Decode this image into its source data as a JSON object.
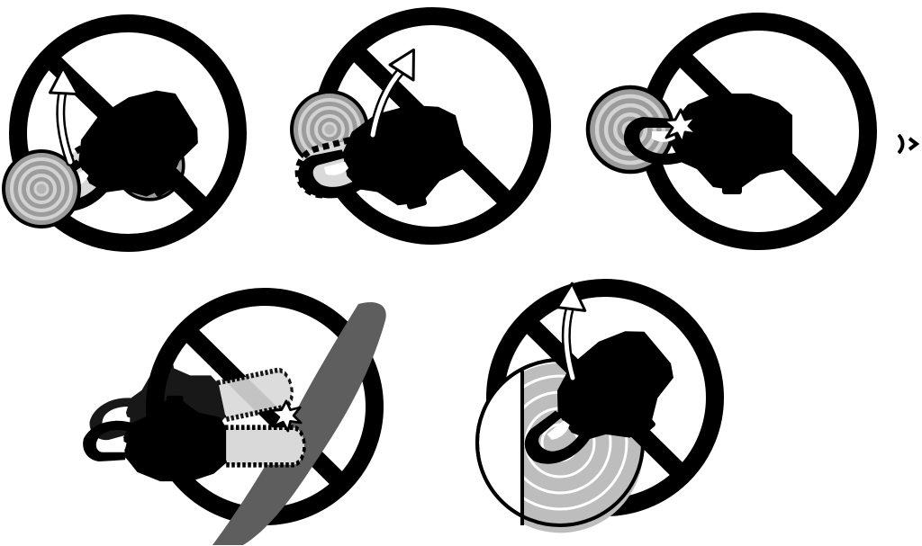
{
  "figure": {
    "panels": [
      {
        "id": "kickback-tip-contact",
        "icons": [
          "prohibition-icon",
          "chainsaw-icon",
          "log-icon",
          "kickback-arrow-icon"
        ]
      },
      {
        "id": "kickback-upward-tip",
        "icons": [
          "prohibition-icon",
          "chainsaw-icon",
          "log-icon",
          "kickback-arrow-icon"
        ]
      },
      {
        "id": "pull-in-impact",
        "icons": [
          "prohibition-icon",
          "chainsaw-icon",
          "log-icon",
          "impact-star-icon",
          "motion-marks-icon"
        ]
      },
      {
        "id": "pinch-pushback",
        "icons": [
          "prohibition-icon",
          "chainsaw-icon",
          "branch-icon",
          "impact-star-icon"
        ]
      },
      {
        "id": "kickback-cut-log",
        "icons": [
          "prohibition-icon",
          "chainsaw-icon",
          "log-cross-section-icon",
          "kickback-arrow-icon"
        ]
      }
    ],
    "colors": {
      "ink": "#000000",
      "bar_fill": "#d9d9d9",
      "log_fill": "#9c9c9c",
      "log_ring": "#d2d2d2",
      "branch_fill": "#5e5e5e",
      "background": "#ffffff"
    }
  }
}
